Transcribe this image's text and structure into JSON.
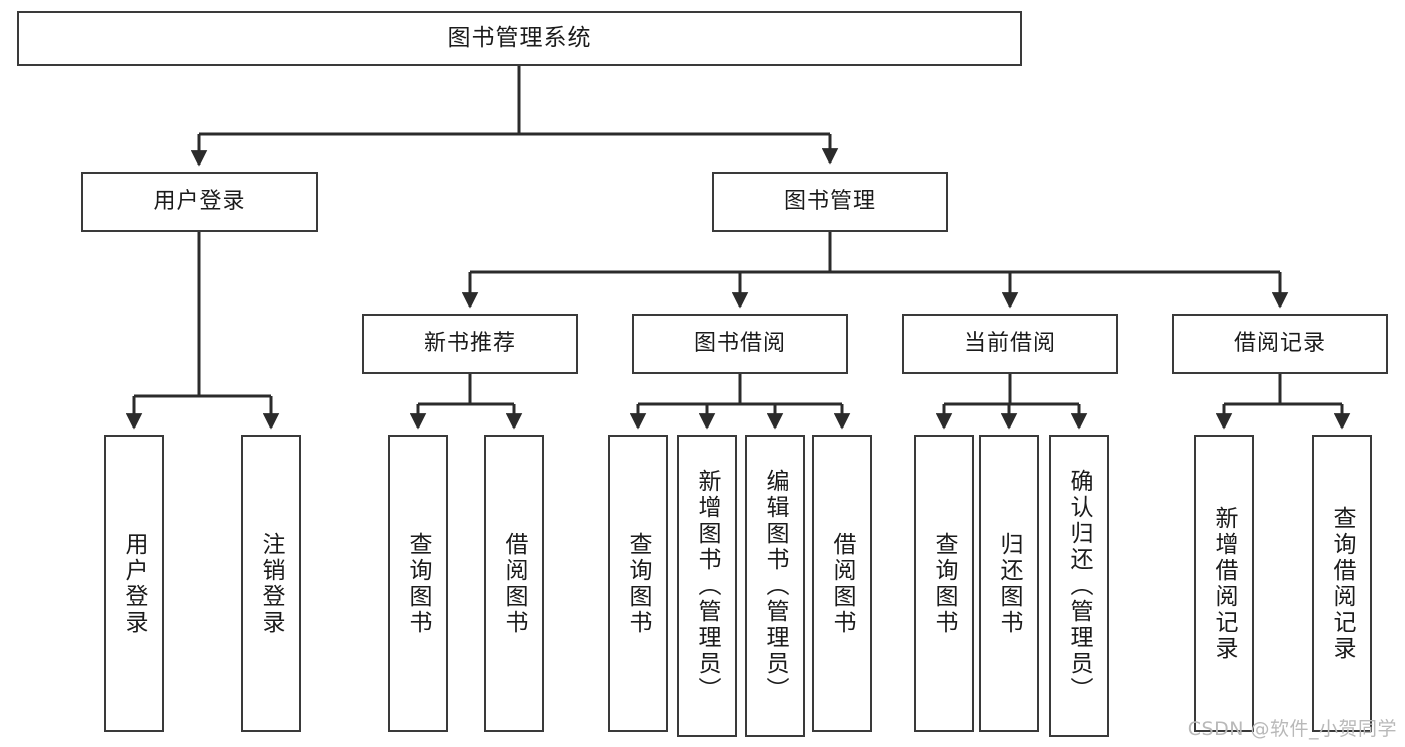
{
  "diagram": {
    "title": "图书管理系统",
    "type": "functional-structure-tree",
    "watermark": "CSDN @软件_小贺同学",
    "colors": {
      "box_border": "#3a3a3a",
      "box_fill": "#ffffff",
      "edge": "#2b2b2b",
      "text": "#1b1b1b",
      "watermark": "#b9b9b9"
    },
    "root": {
      "label": "图书管理系统"
    },
    "level2": [
      {
        "id": "user-login",
        "label": "用户登录"
      },
      {
        "id": "book-management",
        "label": "图书管理"
      }
    ],
    "level3": [
      {
        "id": "new-book-recommend",
        "label": "新书推荐",
        "parent": "book-management"
      },
      {
        "id": "book-borrow",
        "label": "图书借阅",
        "parent": "book-management"
      },
      {
        "id": "current-borrow",
        "label": "当前借阅",
        "parent": "book-management"
      },
      {
        "id": "borrow-record",
        "label": "借阅记录",
        "parent": "book-management"
      }
    ],
    "leaves": {
      "user-login": [
        {
          "id": "leaf-user-login",
          "label": "用户登录"
        },
        {
          "id": "leaf-logout-login",
          "label": "注销登录"
        }
      ],
      "new-book-recommend": [
        {
          "id": "leaf-query-book-1",
          "label": "查询图书"
        },
        {
          "id": "leaf-borrow-book-1",
          "label": "借阅图书"
        }
      ],
      "book-borrow": [
        {
          "id": "leaf-query-book-2",
          "label": "查询图书"
        },
        {
          "id": "leaf-add-book-admin",
          "label": "新增图书（管理员）"
        },
        {
          "id": "leaf-edit-book-admin",
          "label": "编辑图书（管理员）"
        },
        {
          "id": "leaf-borrow-book-2",
          "label": "借阅图书"
        }
      ],
      "current-borrow": [
        {
          "id": "leaf-query-book-3",
          "label": "查询图书"
        },
        {
          "id": "leaf-return-book",
          "label": "归还图书"
        },
        {
          "id": "leaf-confirm-return-admin",
          "label": "确认归还（管理员）"
        }
      ],
      "borrow-record": [
        {
          "id": "leaf-add-borrow-record",
          "label": "新增借阅记录"
        },
        {
          "id": "leaf-query-borrow-record",
          "label": "查询借阅记录"
        }
      ]
    }
  }
}
